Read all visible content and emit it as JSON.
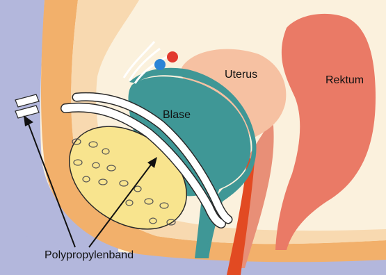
{
  "labels": {
    "uterus": "Uterus",
    "rektum": "Rektum",
    "blase": "Blase",
    "band": "Polypropylenband"
  },
  "colors": {
    "background": "#fbf1dd",
    "lower_blue": "#b3b7dc",
    "skin_orange": "#f2b06b",
    "rectum": "#ea7a66",
    "uterus": "#f6c1a2",
    "bladder": "#3f9796",
    "tissue_yellow": "#f8e48e",
    "band_white": "#ffffff",
    "vessel_blue": "#2c84d6",
    "vessel_red": "#e23a2f",
    "urethra_red": "#e24a22"
  }
}
